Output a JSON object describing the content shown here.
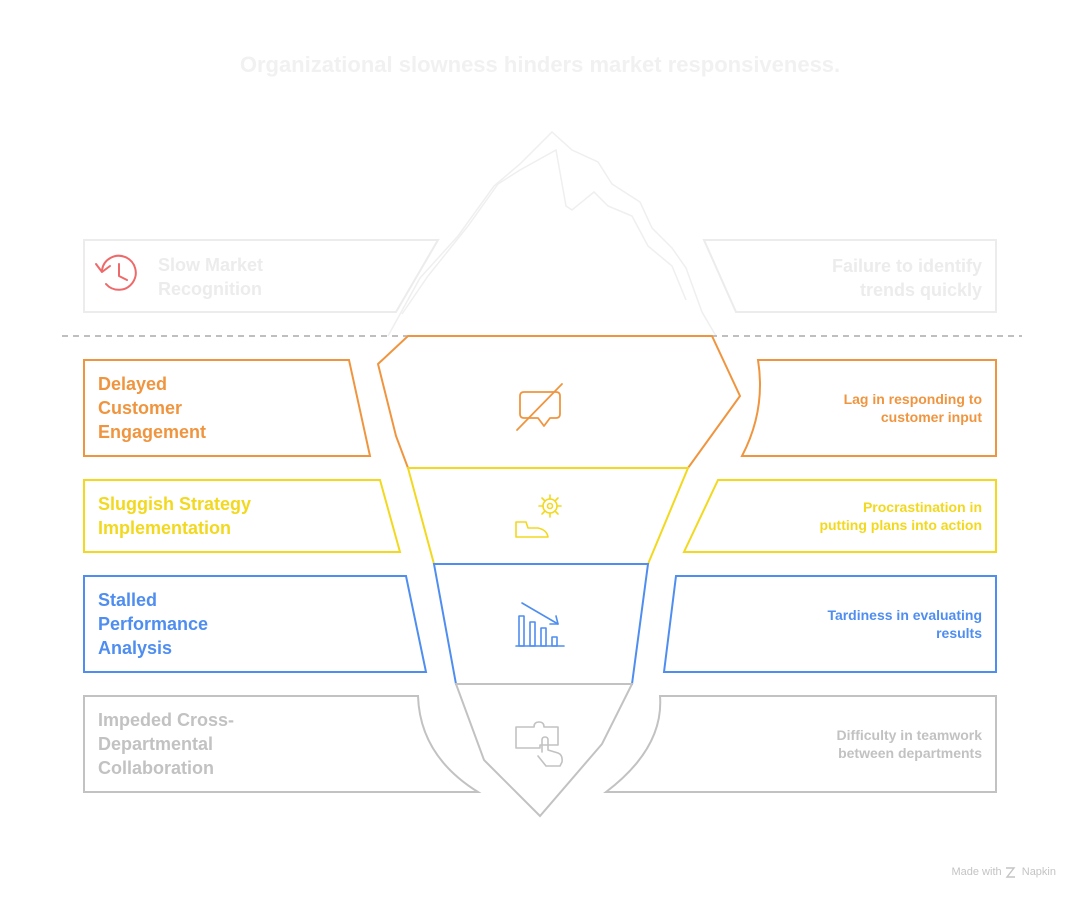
{
  "title": "Organizational slowness hinders market responsiveness.",
  "colors": {
    "faded": "#ececec",
    "orange": "#f0953f",
    "yellow": "#f2d91f",
    "blue": "#4f8ef0",
    "gray": "#c2c2c2",
    "red_icon": "#ee6a6a",
    "divider": "#aaaaaa"
  },
  "layers": [
    {
      "name": "top",
      "label": "Slow Market Recognition",
      "label_lines": [
        "Slow Market",
        "Recognition"
      ],
      "description_lines": [
        "Failure to identify",
        "trends quickly"
      ],
      "icon": "clock-rewind-icon"
    },
    {
      "name": "orange",
      "label": "Delayed Customer Engagement",
      "label_lines": [
        "Delayed",
        "Customer",
        "Engagement"
      ],
      "description_lines": [
        "Lag in responding to",
        "customer input"
      ],
      "icon": "message-off-icon"
    },
    {
      "name": "yellow",
      "label": "Sluggish Strategy Implementation",
      "label_lines": [
        "Sluggish Strategy",
        "Implementation"
      ],
      "description_lines": [
        "Procrastination in",
        "putting plans into action"
      ],
      "icon": "strategy-gear-icon"
    },
    {
      "name": "blue",
      "label": "Stalled Performance Analysis",
      "label_lines": [
        "Stalled",
        "Performance",
        "Analysis"
      ],
      "description_lines": [
        "Tardiness in evaluating",
        "results"
      ],
      "icon": "chart-down-icon"
    },
    {
      "name": "gray",
      "label": "Impeded Cross-Departmental Collaboration",
      "label_lines": [
        "Impeded Cross-",
        "Departmental",
        "Collaboration"
      ],
      "description_lines": [
        "Difficulty in teamwork",
        "between departments"
      ],
      "icon": "puzzle-hand-icon"
    }
  ],
  "watermark": {
    "prefix": "Made with",
    "brand": "Napkin"
  }
}
